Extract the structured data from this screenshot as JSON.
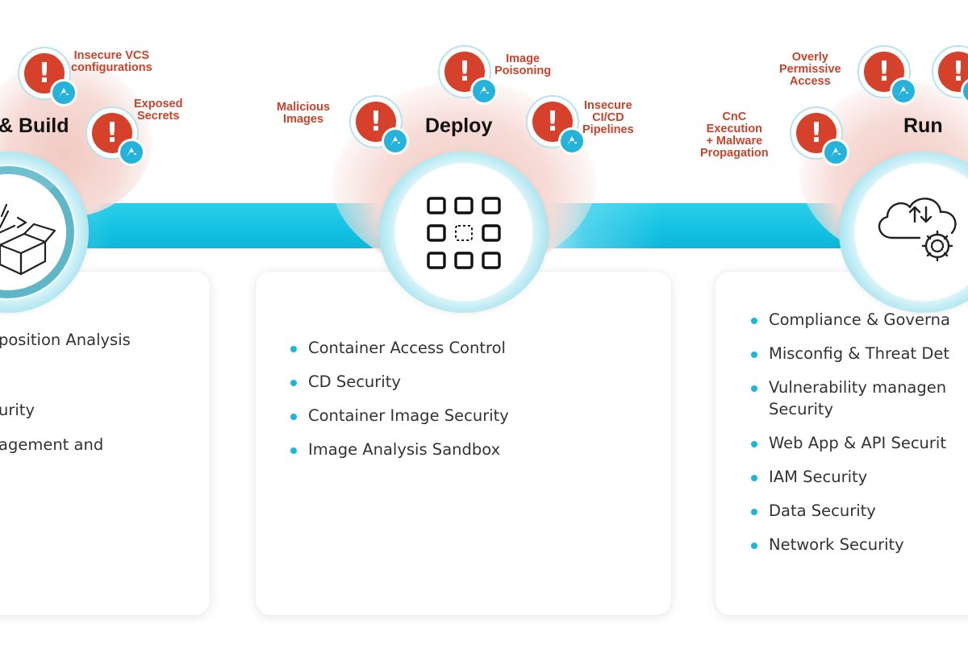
{
  "stages": {
    "build": {
      "title": "& Build",
      "items": [
        "position Analysis",
        "urity",
        "agement and"
      ]
    },
    "deploy": {
      "title": "Deploy",
      "items": [
        "Container Access Control",
        "CD Security",
        "Container Image Security",
        "Image Analysis Sandbox"
      ]
    },
    "run": {
      "title": "Run",
      "items": [
        "Compliance & Governa",
        "Misconfig & Threat Det",
        "Vulnerability managen",
        "Security",
        "Web App & API Securit",
        "IAM Security",
        "Data Security",
        "Network Security"
      ]
    }
  },
  "threats": {
    "vcs": [
      "Insecure VCS",
      "configurations"
    ],
    "secrets": [
      "Exposed",
      "Secrets"
    ],
    "malicious": [
      "Malicious",
      "Images"
    ],
    "poisoning": [
      "Image",
      "Poisoning"
    ],
    "cicd": [
      "Insecure",
      "CI/CD",
      "Pipelines"
    ],
    "permissive": [
      "Overly",
      "Permissive",
      "Access"
    ],
    "cnc": [
      "CnC",
      "Execution",
      "+ Malware",
      "Propagation"
    ]
  },
  "badge_mark": "!",
  "colors": {
    "alert_red": "#d5412b",
    "threat_text": "#c8432b",
    "band": "#14c2e3",
    "bullet": "#1cb6dc",
    "logo": "#25b3dc"
  },
  "icons": {
    "build": "code-box-icon",
    "deploy": "grid-icon",
    "run": "cloud-sync-icon",
    "alert": "exclamation-icon",
    "logo": "brand-logo-icon"
  }
}
